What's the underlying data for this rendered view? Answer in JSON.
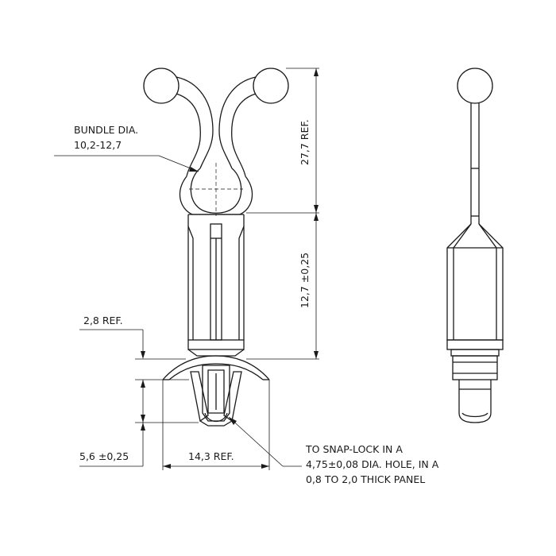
{
  "labels": {
    "bundle_dia": {
      "line1": "BUNDLE DIA.",
      "line2": "10,2-12,7"
    },
    "height_ref": "27,7 REF.",
    "stem_height": "12,7 ±0,25",
    "flange_ref": "2,8 REF.",
    "tip_height": "5,6 ±0,25",
    "width_ref": "14,3 REF.",
    "snap_lock_note": {
      "line1": "TO SNAP-LOCK IN A",
      "line2": "4,75±0,08 DIA. HOLE, IN A",
      "line3": "0,8 TO 2,0 THICK PANEL"
    }
  }
}
